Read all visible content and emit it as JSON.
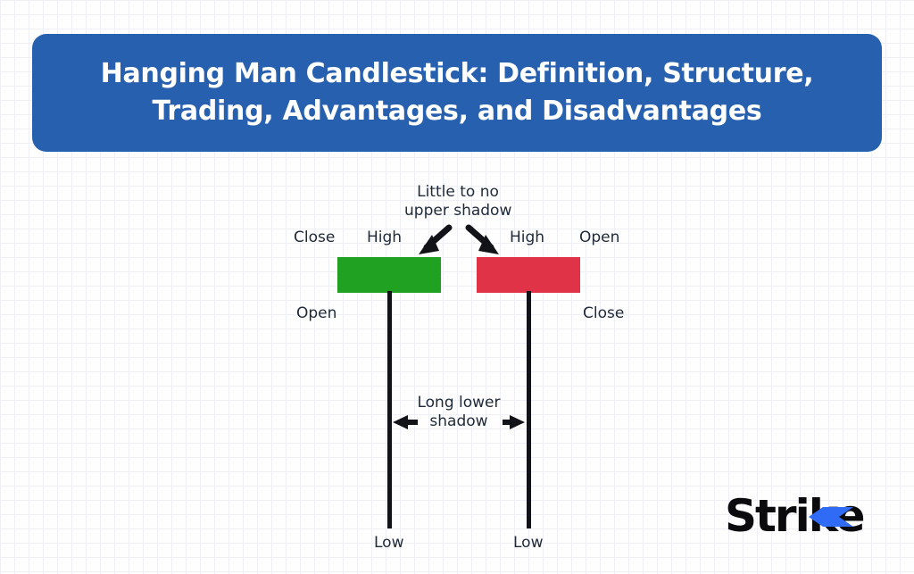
{
  "banner": {
    "title": "Hanging Man Candlestick: Definition, Structure, Trading, Advantages, and Disadvantages",
    "background_color": "#2760AE",
    "text_color": "#FFFFFF"
  },
  "page": {
    "background_color": "#FEFEFF",
    "grid_color": "#EEF0F5",
    "label_color": "#1F2937"
  },
  "diagram": {
    "name": "hanging-man-candlestick-diagram",
    "annotations": {
      "upper_shadow_line1": "Little to no",
      "upper_shadow_line2": "upper shadow",
      "lower_shadow_line1": "Long lower",
      "lower_shadow_line2": "shadow"
    },
    "candles": [
      {
        "id": "bullish-hanging-man",
        "body_color": "#21A121",
        "wick_color": "#111318",
        "labels": {
          "top_left": "Close",
          "top_right": "High",
          "bottom_left": "Open",
          "low": "Low"
        }
      },
      {
        "id": "bearish-hanging-man",
        "body_color": "#E03347",
        "wick_color": "#111318",
        "labels": {
          "top_left": "High",
          "top_right": "Open",
          "bottom_right": "Close",
          "low": "Low"
        }
      }
    ]
  },
  "logo": {
    "text": "Strike",
    "text_color": "#0B0B0D",
    "accent_color": "#2F6BF4"
  }
}
